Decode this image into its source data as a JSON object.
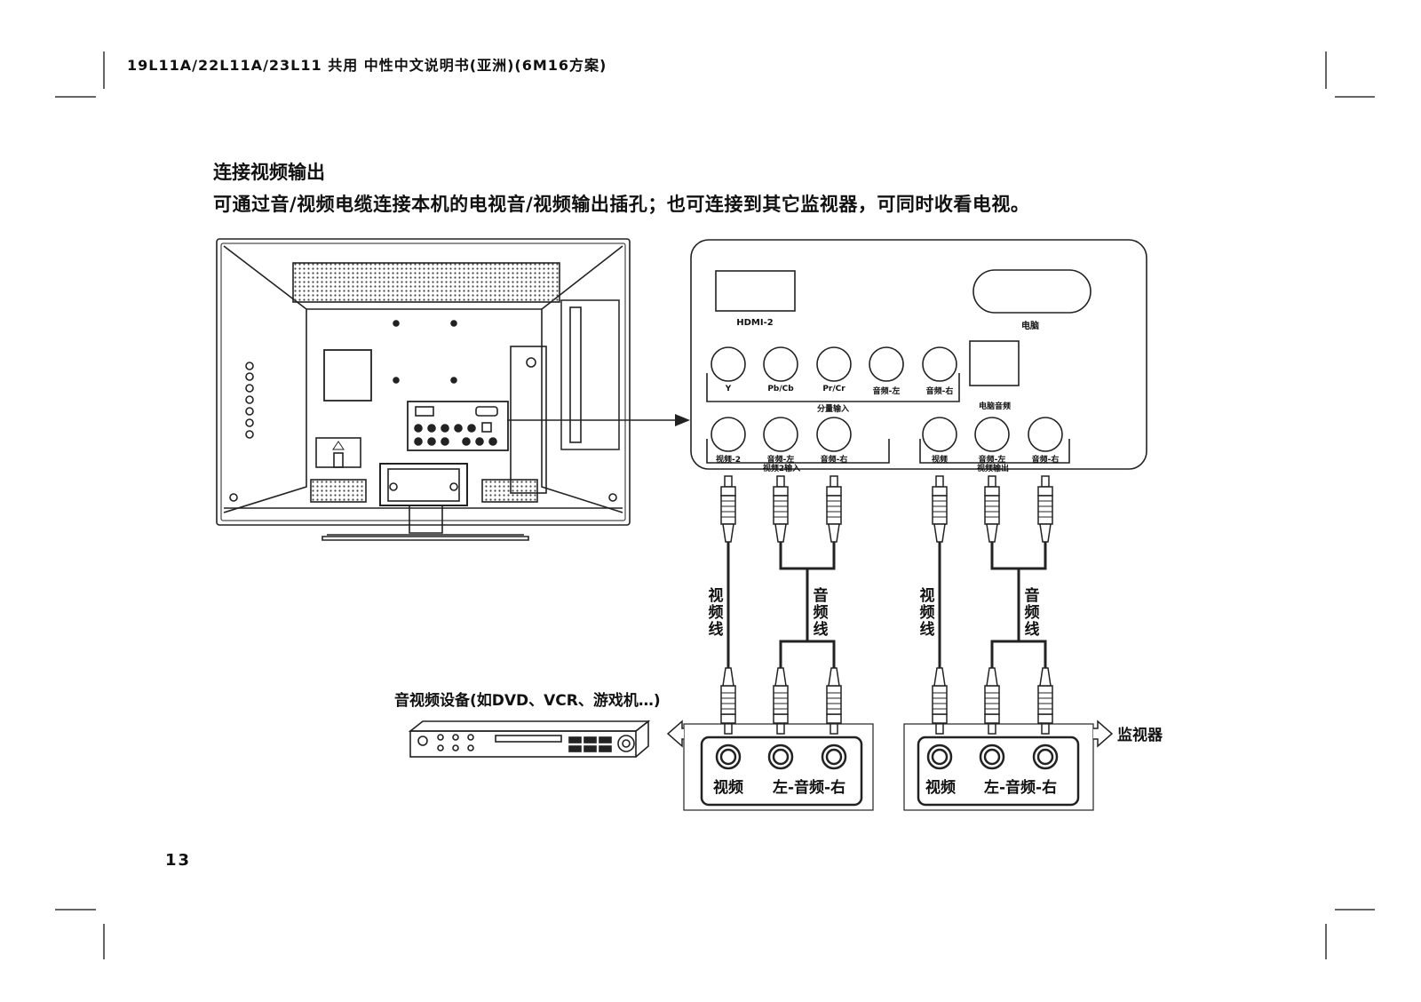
{
  "header": {
    "doc_title": "19L11A/22L11A/23L11 共用 中性中文说明书(亚洲)(6M16方案)"
  },
  "section": {
    "title": "连接视频输出",
    "description": "可通过音/视频电缆连接本机的电视音/视频输出插孔；也可连接到其它监视器，可同时收看电视。"
  },
  "panel": {
    "hdmi_label": "HDMI-2",
    "pc_label": "电脑",
    "component": [
      "Y",
      "Pb/Cb",
      "Pr/Cr",
      "音频-左",
      "音频-右"
    ],
    "component_group": "分量输入",
    "pc_audio": "电脑音频",
    "av_in": [
      "视频-2",
      "音频-左",
      "音频-右"
    ],
    "av_in_group": "视频2输入",
    "av_out": [
      "视频",
      "音频-左",
      "音频-右"
    ],
    "av_out_group": "视频输出"
  },
  "cables": {
    "video_cable": "视频线",
    "audio_cable": "音频线"
  },
  "devices": {
    "av_device": "音视频设备(如DVD、VCR、游戏机…)",
    "monitor": "监视器",
    "jack_video": "视频",
    "jack_audio": "左-音频-右"
  },
  "page_number": "13"
}
